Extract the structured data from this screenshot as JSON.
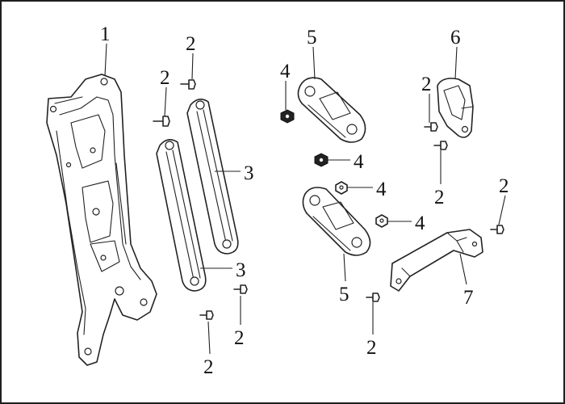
{
  "callouts": {
    "c1": "1",
    "c2": "2",
    "c3": "3",
    "c4": "4",
    "c5": "5",
    "c6": "6",
    "c7": "7"
  },
  "icons": {
    "bolt": "flange-bolt-icon",
    "nut": "hex-nut-icon"
  }
}
